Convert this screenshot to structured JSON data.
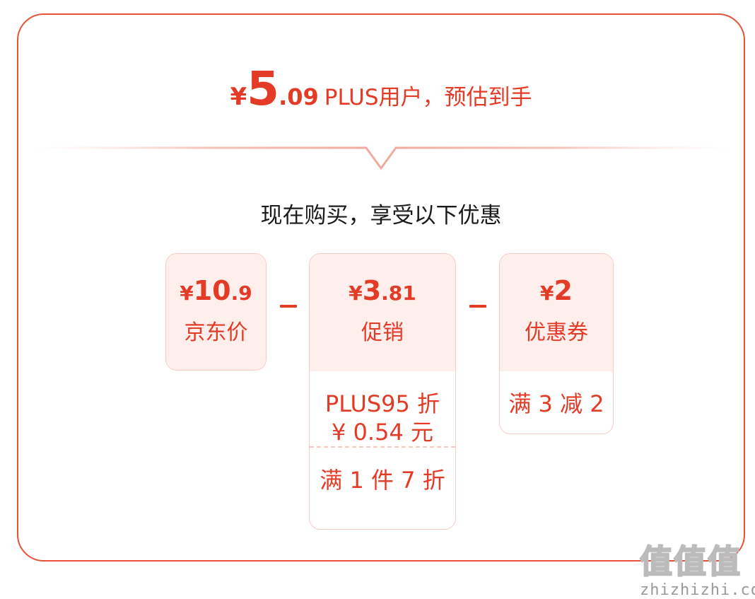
{
  "headline": {
    "currency": "¥",
    "price_int": "5",
    "price_dec": ".09",
    "suffix": "PLUS用户，预估到手"
  },
  "subtitle": "现在购买，享受以下优惠",
  "breakdown": {
    "jd_price": {
      "currency": "¥",
      "int": "10",
      "dec": ".9",
      "label": "京东价"
    },
    "operator_1": "–",
    "promotion": {
      "currency": "¥",
      "int": "3",
      "dec": ".81",
      "label": "促销",
      "items": [
        {
          "line1": "PLUS95 折",
          "line2": "¥ 0.54 元"
        },
        {
          "line1": "满 1 件 7 折"
        }
      ]
    },
    "operator_2": "–",
    "coupon": {
      "currency": "¥",
      "int": "2",
      "dec": "",
      "label": "优惠券",
      "items": [
        {
          "line1": "满 3 减 2"
        }
      ]
    }
  },
  "watermark": {
    "glyphs": "值值值",
    "url": "zhizhizhi.com"
  },
  "colors": {
    "accent": "#e33b26",
    "border": "#e4533a",
    "box_border": "#f7cbc4",
    "box_fill": "#feeeec"
  }
}
